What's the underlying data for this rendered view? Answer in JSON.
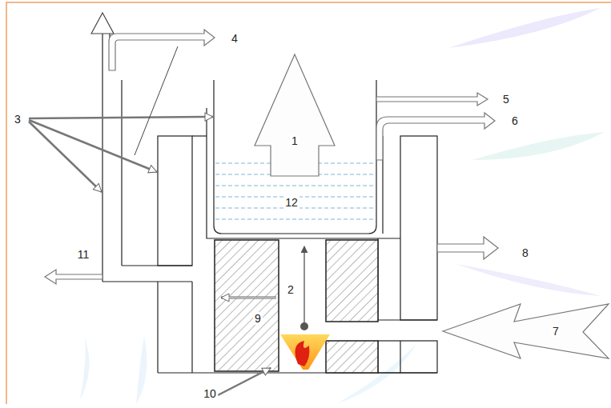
{
  "diagram": {
    "labels": [
      "4",
      "3",
      "5",
      "6",
      "1",
      "12",
      "11",
      "8",
      "2",
      "9",
      "7",
      "10"
    ]
  }
}
